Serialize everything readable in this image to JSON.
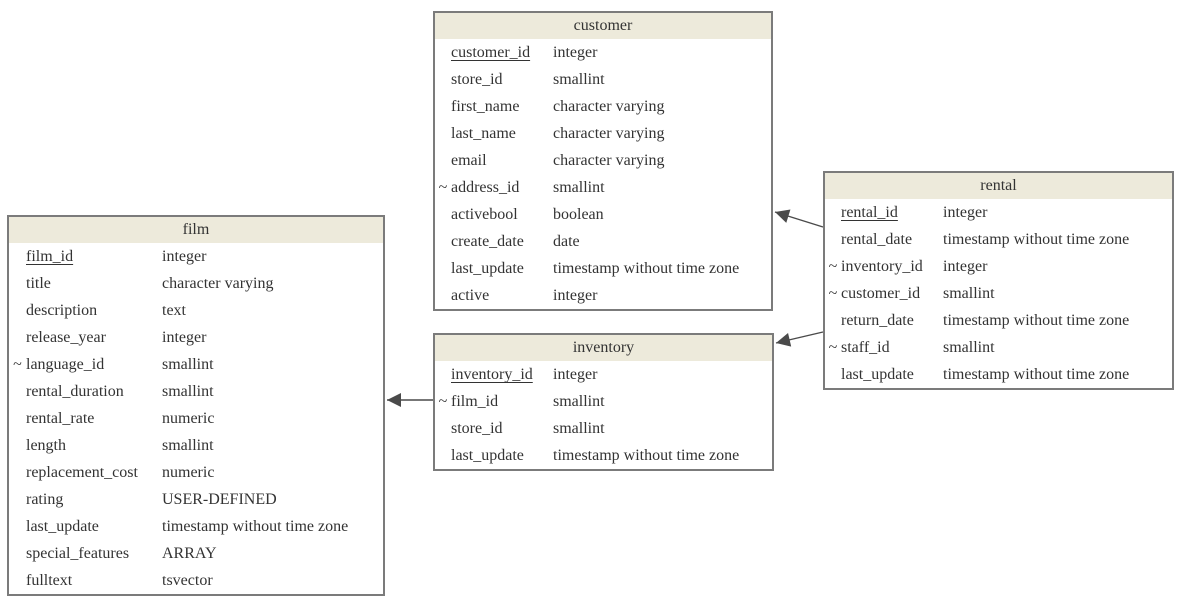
{
  "diagram": {
    "fk_marker": "~",
    "colors": {
      "header_bg": "#edeadb",
      "table_border": "#7b7b7b",
      "text": "#333333",
      "relationship_line": "#4a4a4a"
    },
    "tables": [
      {
        "name": "film",
        "columns": [
          {
            "name": "film_id",
            "type": "integer",
            "pk": true,
            "fk": false
          },
          {
            "name": "title",
            "type": "character varying",
            "pk": false,
            "fk": false
          },
          {
            "name": "description",
            "type": "text",
            "pk": false,
            "fk": false
          },
          {
            "name": "release_year",
            "type": "integer",
            "pk": false,
            "fk": false
          },
          {
            "name": "language_id",
            "type": "smallint",
            "pk": false,
            "fk": true
          },
          {
            "name": "rental_duration",
            "type": "smallint",
            "pk": false,
            "fk": false
          },
          {
            "name": "rental_rate",
            "type": "numeric",
            "pk": false,
            "fk": false
          },
          {
            "name": "length",
            "type": "smallint",
            "pk": false,
            "fk": false
          },
          {
            "name": "replacement_cost",
            "type": "numeric",
            "pk": false,
            "fk": false
          },
          {
            "name": "rating",
            "type": "USER-DEFINED",
            "pk": false,
            "fk": false
          },
          {
            "name": "last_update",
            "type": "timestamp without time zone",
            "pk": false,
            "fk": false
          },
          {
            "name": "special_features",
            "type": "ARRAY",
            "pk": false,
            "fk": false
          },
          {
            "name": "fulltext",
            "type": "tsvector",
            "pk": false,
            "fk": false
          }
        ]
      },
      {
        "name": "customer",
        "columns": [
          {
            "name": "customer_id",
            "type": "integer",
            "pk": true,
            "fk": false
          },
          {
            "name": "store_id",
            "type": "smallint",
            "pk": false,
            "fk": false
          },
          {
            "name": "first_name",
            "type": "character varying",
            "pk": false,
            "fk": false
          },
          {
            "name": "last_name",
            "type": "character varying",
            "pk": false,
            "fk": false
          },
          {
            "name": "email",
            "type": "character varying",
            "pk": false,
            "fk": false
          },
          {
            "name": "address_id",
            "type": "smallint",
            "pk": false,
            "fk": true
          },
          {
            "name": "activebool",
            "type": "boolean",
            "pk": false,
            "fk": false
          },
          {
            "name": "create_date",
            "type": "date",
            "pk": false,
            "fk": false
          },
          {
            "name": "last_update",
            "type": "timestamp without time zone",
            "pk": false,
            "fk": false
          },
          {
            "name": "active",
            "type": "integer",
            "pk": false,
            "fk": false
          }
        ]
      },
      {
        "name": "inventory",
        "columns": [
          {
            "name": "inventory_id",
            "type": "integer",
            "pk": true,
            "fk": false
          },
          {
            "name": "film_id",
            "type": "smallint",
            "pk": false,
            "fk": true
          },
          {
            "name": "store_id",
            "type": "smallint",
            "pk": false,
            "fk": false
          },
          {
            "name": "last_update",
            "type": "timestamp without time zone",
            "pk": false,
            "fk": false
          }
        ]
      },
      {
        "name": "rental",
        "columns": [
          {
            "name": "rental_id",
            "type": "integer",
            "pk": true,
            "fk": false
          },
          {
            "name": "rental_date",
            "type": "timestamp without time zone",
            "pk": false,
            "fk": false
          },
          {
            "name": "inventory_id",
            "type": "integer",
            "pk": false,
            "fk": true
          },
          {
            "name": "customer_id",
            "type": "smallint",
            "pk": false,
            "fk": true
          },
          {
            "name": "return_date",
            "type": "timestamp without time zone",
            "pk": false,
            "fk": false
          },
          {
            "name": "staff_id",
            "type": "smallint",
            "pk": false,
            "fk": true
          },
          {
            "name": "last_update",
            "type": "timestamp without time zone",
            "pk": false,
            "fk": false
          }
        ]
      }
    ],
    "relationships": [
      {
        "from": "rental.customer_id",
        "to": "customer.customer_id"
      },
      {
        "from": "rental.inventory_id",
        "to": "inventory.inventory_id"
      },
      {
        "from": "inventory.film_id",
        "to": "film.film_id"
      }
    ]
  }
}
